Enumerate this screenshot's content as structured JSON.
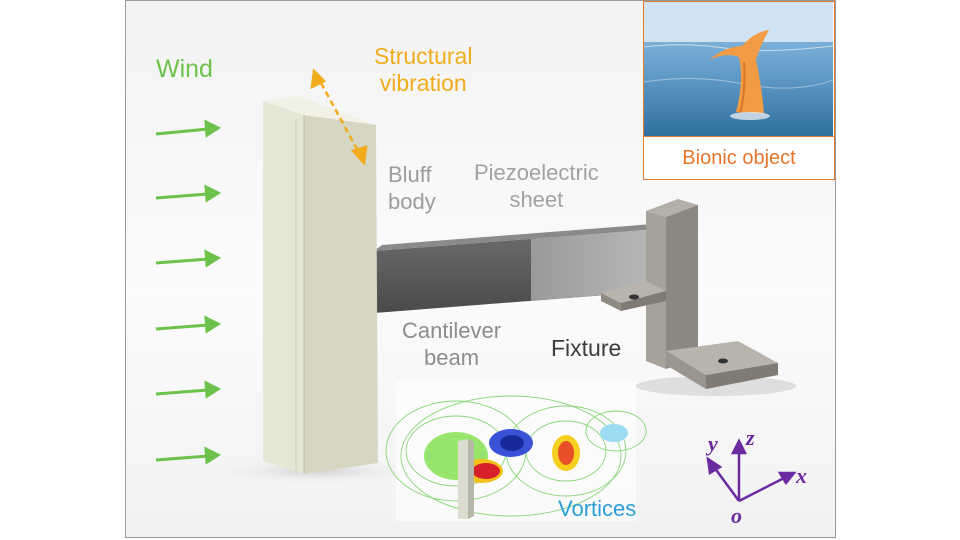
{
  "labels": {
    "wind": "Wind",
    "vibration_line1": "Structural",
    "vibration_line2": "vibration",
    "bluff_line1": "Bluff",
    "bluff_line2": "body",
    "piezo_line1": "Piezoelectric",
    "piezo_line2": "sheet",
    "cantilever_line1": "Cantilever",
    "cantilever_line2": "beam",
    "fixture": "Fixture",
    "vortices": "Vortices",
    "bionic": "Bionic object"
  },
  "axes": {
    "x": "x",
    "y": "y",
    "z": "z",
    "origin": "o"
  },
  "colors": {
    "wind_green": "#6cc24a",
    "vibration_orange": "#f0ac1c",
    "inset_orange": "#e07a2e",
    "vortex_blue": "#2a9fd8",
    "axis_purple": "#6a2aa0"
  }
}
